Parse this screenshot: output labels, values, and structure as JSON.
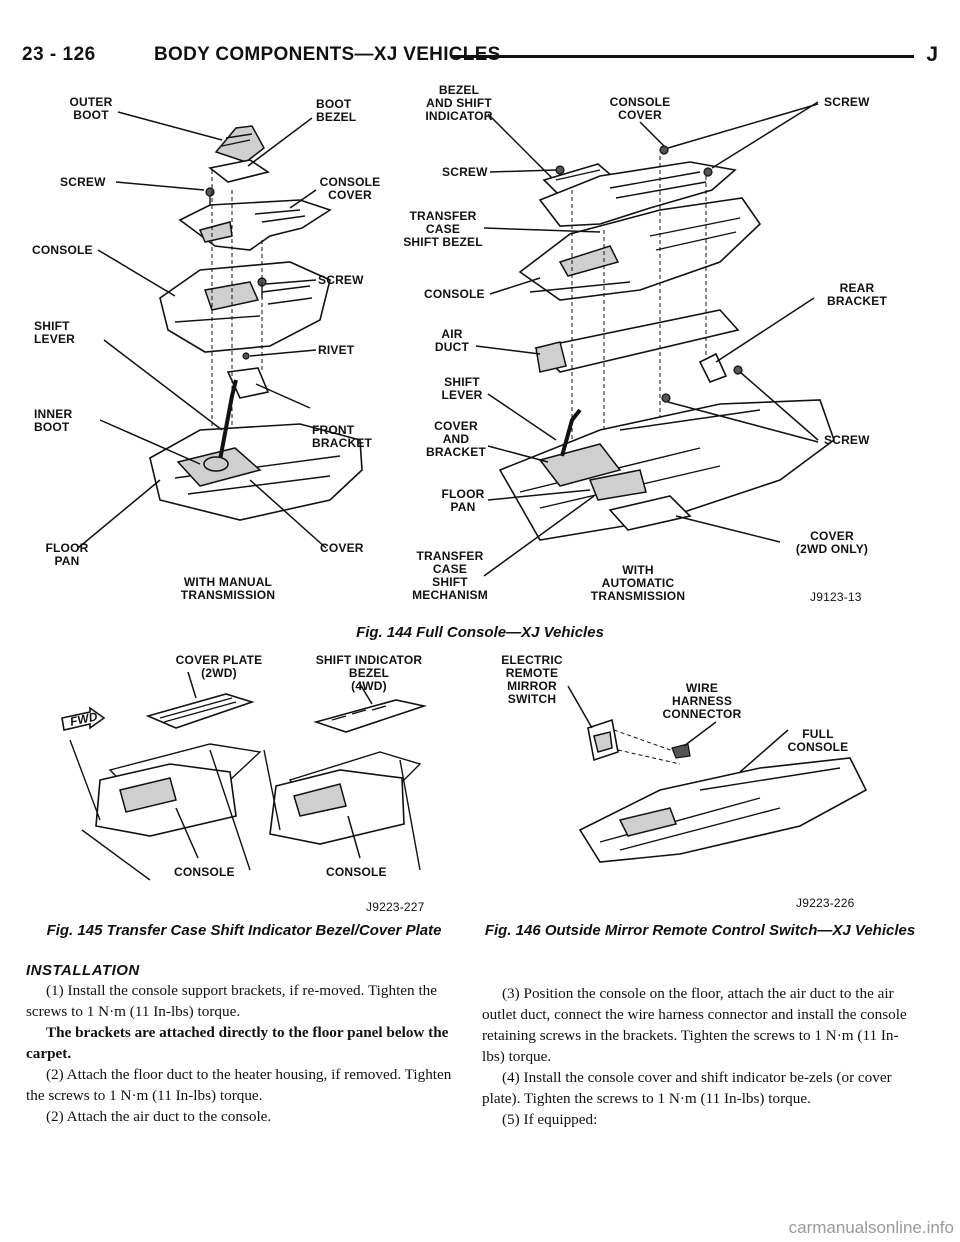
{
  "header": {
    "page_number": "23 - 126",
    "section_title": "BODY COMPONENTS—XJ VEHICLES",
    "letter": "J"
  },
  "fig144": {
    "left_labels": {
      "outer_boot": "OUTER\nBOOT",
      "boot_bezel": "BOOT\nBEZEL",
      "screw1": "SCREW",
      "console_cover": "CONSOLE\nCOVER",
      "console": "CONSOLE",
      "screw2": "SCREW",
      "shift_lever": "SHIFT\nLEVER",
      "rivet": "RIVET",
      "inner_boot": "INNER\nBOOT",
      "front_bracket": "FRONT\nBRACKET",
      "floor_pan": "FLOOR\nPAN",
      "cover": "COVER",
      "with_manual": "WITH MANUAL\nTRANSMISSION"
    },
    "right_labels": {
      "bezel_shift": "BEZEL\nAND SHIFT\nINDICATOR",
      "console_cover": "CONSOLE\nCOVER",
      "screw_top": "SCREW",
      "screw_left": "SCREW",
      "transfer_bezel": "TRANSFER\nCASE\nSHIFT BEZEL",
      "console": "CONSOLE",
      "rear_bracket": "REAR\nBRACKET",
      "air_duct": "AIR\nDUCT",
      "shift_lever": "SHIFT\nLEVER",
      "cover_bracket": "COVER\nAND\nBRACKET",
      "screw_right": "SCREW",
      "floor_pan": "FLOOR\nPAN",
      "cover_2wd": "COVER\n(2WD ONLY)",
      "transfer_mech": "TRANSFER\nCASE\nSHIFT\nMECHANISM",
      "with_auto": "WITH\nAUTOMATIC\nTRANSMISSION"
    },
    "code": "J9123-13",
    "caption": "Fig. 144 Full Console—XJ Vehicles"
  },
  "fig145": {
    "cover_plate": "COVER PLATE\n(2WD)",
    "shift_bezel": "SHIFT INDICATOR\nBEZEL\n(4WD)",
    "fwd": "FWD",
    "console_left": "CONSOLE",
    "console_right": "CONSOLE",
    "code": "J9223-227",
    "caption": "Fig. 145 Transfer Case Shift Indicator Bezel/Cover Plate"
  },
  "fig146": {
    "mirror_switch": "ELECTRIC\nREMOTE\nMIRROR\nSWITCH",
    "wire_harness": "WIRE\nHARNESS\nCONNECTOR",
    "full_console": "FULL\nCONSOLE",
    "code": "J9223-226",
    "caption": "Fig. 146 Outside Mirror Remote Control Switch—XJ Vehicles"
  },
  "text": {
    "heading": "INSTALLATION",
    "left": [
      "(1) Install the console support brackets, if re-moved. Tighten the screws to 1 N·m (11 In-lbs) torque.",
      "The brackets are attached directly to the floor panel below the carpet.",
      "(2) Attach the floor duct to the heater housing, if removed. Tighten the screws to 1 N·m (11 In-lbs) torque.",
      "(2) Attach the air duct to the console."
    ],
    "right": [
      "(3) Position the console on the floor, attach the air duct to the air outlet duct, connect the wire harness connector and install the console retaining screws in the brackets. Tighten the screws to 1 N·m (11 In-lbs) torque.",
      "(4) Install the console cover and shift indicator be-zels (or cover plate). Tighten the screws to 1 N·m (11 In-lbs) torque.",
      "(5) If equipped:"
    ]
  },
  "watermark": "carmanualsonline.info"
}
